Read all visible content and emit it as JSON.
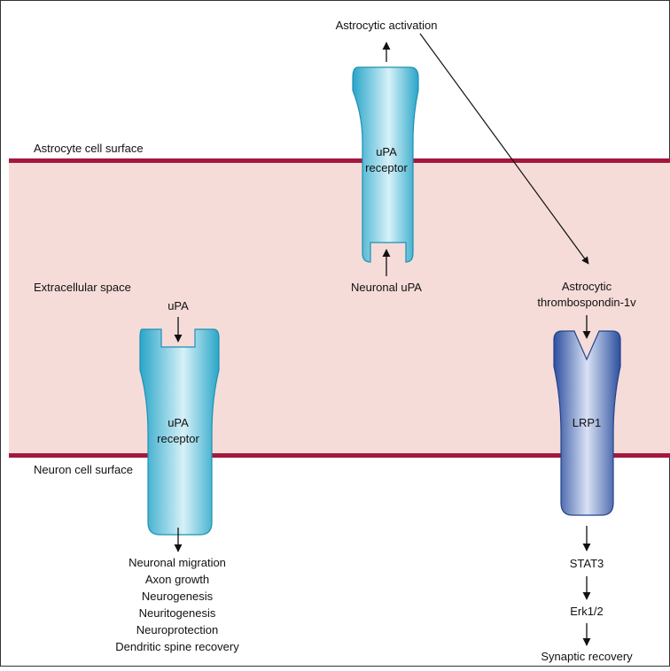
{
  "labels": {
    "astrocyte_surface": "Astrocyte cell surface",
    "extracellular_space": "Extracellular space",
    "neuron_surface": "Neuron cell surface"
  },
  "top_receptor": {
    "label_line1": "uPA",
    "label_line2": "receptor",
    "output": "Astrocytic activation",
    "ligand": "Neuronal uPA"
  },
  "left_receptor": {
    "ligand": "uPA",
    "label_line1": "uPA",
    "label_line2": "receptor",
    "effects": [
      "Neuronal migration",
      "Axon growth",
      "Neurogenesis",
      "Neuritogenesis",
      "Neuroprotection",
      "Dendritic spine recovery"
    ]
  },
  "right_receptor": {
    "ligand_line1": "Astrocytic",
    "ligand_line2": "thrombospondin-1v",
    "label": "LRP1",
    "pathway": [
      "STAT3",
      "Erk1/2",
      "Synaptic recovery"
    ]
  },
  "colors": {
    "membrane": "#a3173f",
    "extracellular_fill": "#f5dcd9",
    "upar_dark": "#2aa6c8",
    "upar_light": "#d6f1f8",
    "lrp1_dark": "#2c4f9e",
    "lrp1_light": "#d9e2f5",
    "border": "#333333"
  }
}
